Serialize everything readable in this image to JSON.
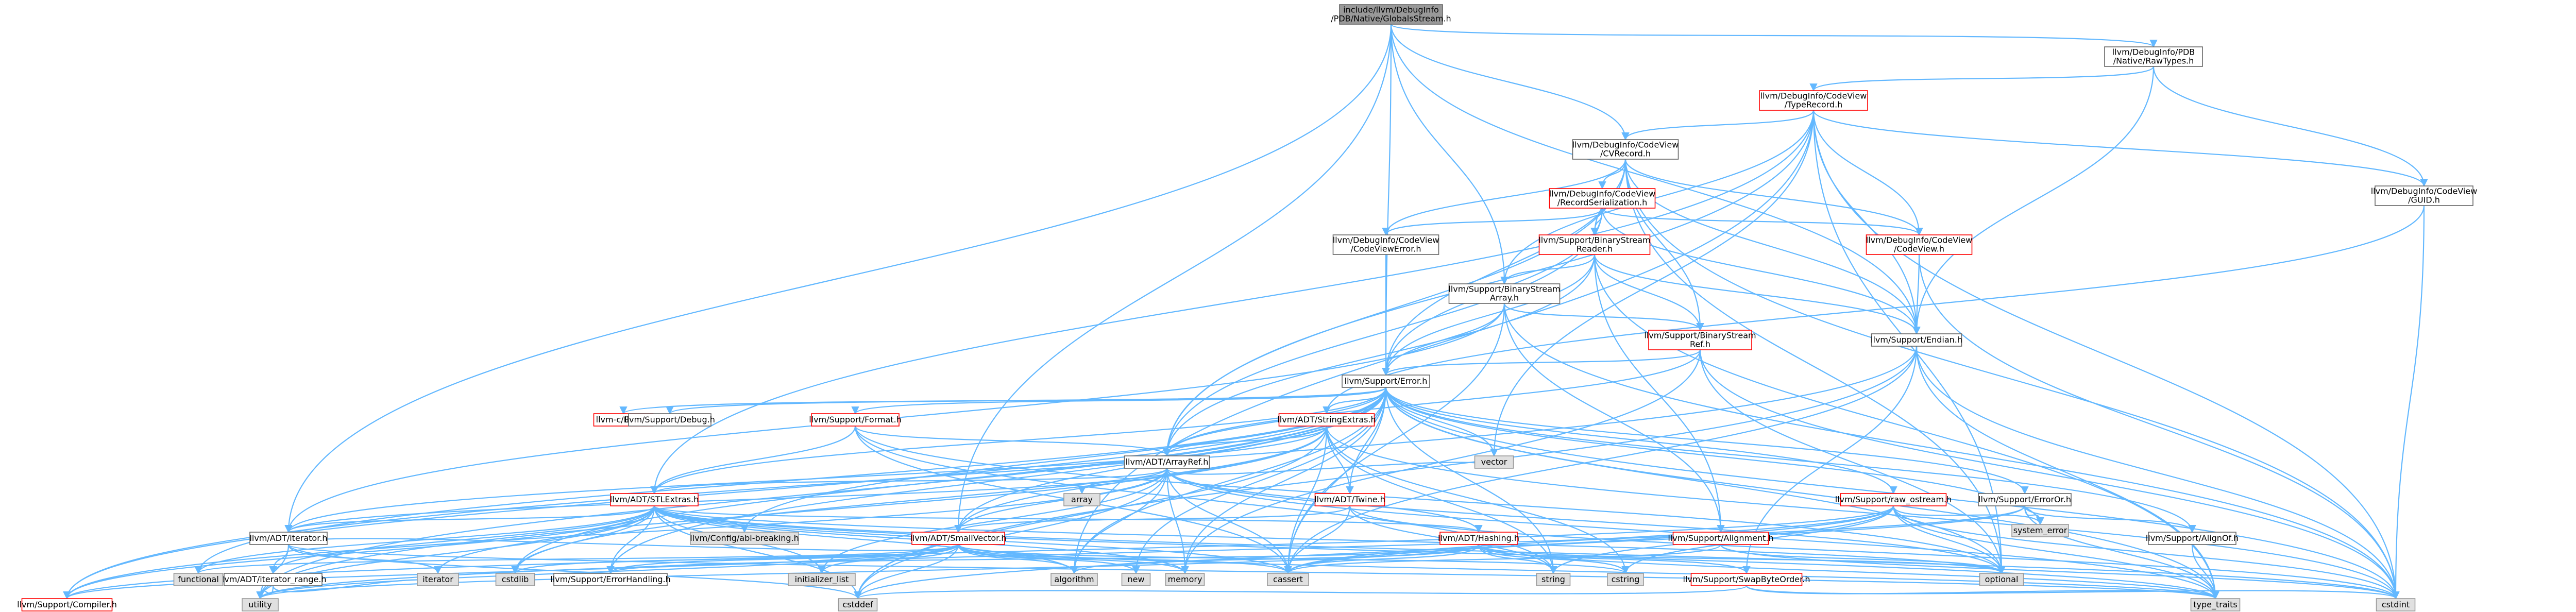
{
  "graph": {
    "title": "include/llvm/DebugInfo/PDB/Native/GlobalsStream.h",
    "colors": {
      "edge": "#63b8ff",
      "root_fill": "#999999",
      "node_border": "#666666",
      "truncated_border": "#ff0000",
      "std_fill": "#e0e0e0"
    },
    "nodes": {
      "root": {
        "label": [
          "include/llvm/DebugInfo",
          "/PDB/Native/GlobalsStream.h"
        ],
        "kind": "root"
      },
      "pdbrawtypes": {
        "label": [
          "llvm/DebugInfo/PDB",
          "/Native/RawTypes.h"
        ],
        "kind": "norm"
      },
      "typerecord": {
        "label": [
          "llvm/DebugInfo/CodeView",
          "/TypeRecord.h"
        ],
        "kind": "red"
      },
      "cvrecord": {
        "label": [
          "llvm/DebugInfo/CodeView",
          "/CVRecord.h"
        ],
        "kind": "norm"
      },
      "guid": {
        "label": [
          "llvm/DebugInfo/CodeView",
          "/GUID.h"
        ],
        "kind": "norm"
      },
      "recser": {
        "label": [
          "llvm/DebugInfo/CodeView",
          "/RecordSerialization.h"
        ],
        "kind": "red"
      },
      "cvinfo": {
        "label": [
          "llvm/DebugInfo/CodeView",
          "/CodeView.h"
        ],
        "kind": "red"
      },
      "cverror": {
        "label": [
          "llvm/DebugInfo/CodeView",
          "/CodeViewError.h"
        ],
        "kind": "norm"
      },
      "bsreader": {
        "label": [
          "llvm/Support/BinaryStream",
          "Reader.h"
        ],
        "kind": "red"
      },
      "bsarray": {
        "label": [
          "llvm/Support/BinaryStream",
          "Array.h"
        ],
        "kind": "norm"
      },
      "bsref": {
        "label": [
          "llvm/Support/BinaryStream",
          "Ref.h"
        ],
        "kind": "red"
      },
      "endian": {
        "label": [
          "llvm/Support/Endian.h"
        ],
        "kind": "norm"
      },
      "error": {
        "label": [
          "llvm/Support/Error.h"
        ],
        "kind": "norm"
      },
      "cerror": {
        "label": [
          "llvm-c/Error.h"
        ],
        "kind": "red"
      },
      "debug": {
        "label": [
          "llvm/Support/Debug.h"
        ],
        "kind": "norm"
      },
      "format": {
        "label": [
          "llvm/Support/Format.h"
        ],
        "kind": "red"
      },
      "stringextras": {
        "label": [
          "llvm/ADT/StringExtras.h"
        ],
        "kind": "red"
      },
      "arrayref": {
        "label": [
          "llvm/ADT/ArrayRef.h"
        ],
        "kind": "norm"
      },
      "array": {
        "label": [
          "array"
        ],
        "kind": "std"
      },
      "vector": {
        "label": [
          "vector"
        ],
        "kind": "std"
      },
      "stlextras": {
        "label": [
          "llvm/ADT/STLExtras.h"
        ],
        "kind": "red"
      },
      "twine": {
        "label": [
          "llvm/ADT/Twine.h"
        ],
        "kind": "red"
      },
      "rawostream": {
        "label": [
          "llvm/Support/raw_ostream.h"
        ],
        "kind": "red"
      },
      "erroror": {
        "label": [
          "llvm/Support/ErrorOr.h"
        ],
        "kind": "norm"
      },
      "systemerror": {
        "label": [
          "system_error"
        ],
        "kind": "std"
      },
      "alignof": {
        "label": [
          "llvm/Support/AlignOf.h"
        ],
        "kind": "norm"
      },
      "iterator": {
        "label": [
          "llvm/ADT/iterator.h"
        ],
        "kind": "norm"
      },
      "iterrange": {
        "label": [
          "llvm/ADT/iterator_range.h"
        ],
        "kind": "norm"
      },
      "functional": {
        "label": [
          "functional"
        ],
        "kind": "std"
      },
      "compiler": {
        "label": [
          "llvm/Support/Compiler.h"
        ],
        "kind": "red"
      },
      "smallvector": {
        "label": [
          "llvm/ADT/SmallVector.h"
        ],
        "kind": "red"
      },
      "hashing": {
        "label": [
          "llvm/ADT/Hashing.h"
        ],
        "kind": "red"
      },
      "alignment": {
        "label": [
          "llvm/Support/Alignment.h"
        ],
        "kind": "red"
      },
      "swapbyteorder": {
        "label": [
          "llvm/Support/SwapByteOrder.h"
        ],
        "kind": "red"
      },
      "configbreak": {
        "label": [
          "llvm/Config/abi-breaking.h"
        ],
        "kind": "std"
      },
      "itstd": {
        "label": [
          "iterator"
        ],
        "kind": "std"
      },
      "cstdlib": {
        "label": [
          "cstdlib"
        ],
        "kind": "std"
      },
      "errhandling": {
        "label": [
          "llvm/Support/ErrorHandling.h"
        ],
        "kind": "norm"
      },
      "initlist": {
        "label": [
          "initializer_list"
        ],
        "kind": "std"
      },
      "algorithm": {
        "label": [
          "algorithm"
        ],
        "kind": "std"
      },
      "new": {
        "label": [
          "new"
        ],
        "kind": "std"
      },
      "memory": {
        "label": [
          "memory"
        ],
        "kind": "std"
      },
      "cassert": {
        "label": [
          "cassert"
        ],
        "kind": "std"
      },
      "string": {
        "label": [
          "string"
        ],
        "kind": "std"
      },
      "cstring": {
        "label": [
          "cstring"
        ],
        "kind": "std"
      },
      "optional": {
        "label": [
          "optional"
        ],
        "kind": "std"
      },
      "utility": {
        "label": [
          "utility"
        ],
        "kind": "std"
      },
      "cstddef": {
        "label": [
          "cstddef"
        ],
        "kind": "std"
      },
      "typetraits": {
        "label": [
          "type_traits"
        ],
        "kind": "std"
      },
      "cstdint": {
        "label": [
          "cstdint"
        ],
        "kind": "std"
      }
    },
    "edges": [
      [
        "root",
        "pdbrawtypes"
      ],
      [
        "root",
        "cvrecord"
      ],
      [
        "root",
        "bsarray"
      ],
      [
        "root",
        "error"
      ],
      [
        "root",
        "endian"
      ],
      [
        "root",
        "iterator"
      ],
      [
        "root",
        "smallvector"
      ],
      [
        "pdbrawtypes",
        "typerecord"
      ],
      [
        "pdbrawtypes",
        "guid"
      ],
      [
        "pdbrawtypes",
        "endian"
      ],
      [
        "typerecord",
        "cvrecord"
      ],
      [
        "typerecord",
        "cvinfo"
      ],
      [
        "typerecord",
        "guid"
      ],
      [
        "typerecord",
        "arrayref"
      ],
      [
        "typerecord",
        "endian"
      ],
      [
        "typerecord",
        "bsarray"
      ],
      [
        "typerecord",
        "vector"
      ],
      [
        "typerecord",
        "optional"
      ],
      [
        "typerecord",
        "cstdint"
      ],
      [
        "typerecord",
        "algorithm"
      ],
      [
        "typerecord",
        "stlextras"
      ],
      [
        "cvrecord",
        "recser"
      ],
      [
        "cvrecord",
        "cverror"
      ],
      [
        "cvrecord",
        "bsreader"
      ],
      [
        "cvrecord",
        "bsref"
      ],
      [
        "cvrecord",
        "endian"
      ],
      [
        "cvrecord",
        "error"
      ],
      [
        "cvrecord",
        "arrayref"
      ],
      [
        "cvrecord",
        "optional"
      ],
      [
        "cvrecord",
        "cstdint"
      ],
      [
        "cvrecord",
        "cvinfo"
      ],
      [
        "guid",
        "cstdint"
      ],
      [
        "guid",
        "stringextras"
      ],
      [
        "recser",
        "cvinfo"
      ],
      [
        "recser",
        "bsreader"
      ],
      [
        "recser",
        "cverror"
      ],
      [
        "recser",
        "arrayref"
      ],
      [
        "recser",
        "error"
      ],
      [
        "recser",
        "endian"
      ],
      [
        "cvinfo",
        "endian"
      ],
      [
        "cvinfo",
        "cstdint"
      ],
      [
        "cverror",
        "error"
      ],
      [
        "bsreader",
        "bsarray"
      ],
      [
        "bsreader",
        "bsref"
      ],
      [
        "bsreader",
        "endian"
      ],
      [
        "bsreader",
        "error"
      ],
      [
        "bsreader",
        "arrayref"
      ],
      [
        "bsreader",
        "alignment"
      ],
      [
        "bsreader",
        "typetraits"
      ],
      [
        "bsarray",
        "bsref"
      ],
      [
        "bsarray",
        "error"
      ],
      [
        "bsarray",
        "iterator"
      ],
      [
        "bsarray",
        "alignment"
      ],
      [
        "bsarray",
        "cassert"
      ],
      [
        "bsarray",
        "cstdint"
      ],
      [
        "bsref",
        "error"
      ],
      [
        "bsref",
        "arrayref"
      ],
      [
        "bsref",
        "optional"
      ],
      [
        "bsref",
        "cstdint"
      ],
      [
        "bsref",
        "memory"
      ],
      [
        "endian",
        "swapbyteorder"
      ],
      [
        "endian",
        "compiler"
      ],
      [
        "endian",
        "cassert"
      ],
      [
        "endian",
        "cstddef"
      ],
      [
        "endian",
        "cstdint"
      ],
      [
        "endian",
        "typetraits"
      ],
      [
        "error",
        "cerror"
      ],
      [
        "error",
        "debug"
      ],
      [
        "error",
        "format"
      ],
      [
        "error",
        "stringextras"
      ],
      [
        "error",
        "arrayref"
      ],
      [
        "error",
        "stlextras"
      ],
      [
        "error",
        "smallvector"
      ],
      [
        "error",
        "twine"
      ],
      [
        "error",
        "rawostream"
      ],
      [
        "error",
        "erroror"
      ],
      [
        "error",
        "alignof"
      ],
      [
        "error",
        "compiler"
      ],
      [
        "error",
        "errhandling"
      ],
      [
        "error",
        "configbreak"
      ],
      [
        "error",
        "algorithm"
      ],
      [
        "error",
        "cassert"
      ],
      [
        "error",
        "cstdint"
      ],
      [
        "error",
        "cstdlib"
      ],
      [
        "error",
        "functional"
      ],
      [
        "error",
        "memory"
      ],
      [
        "error",
        "new"
      ],
      [
        "error",
        "optional"
      ],
      [
        "error",
        "string"
      ],
      [
        "error",
        "system_error"
      ],
      [
        "error",
        "typetraits"
      ],
      [
        "error",
        "utility"
      ],
      [
        "error",
        "vector"
      ],
      [
        "format",
        "arrayref"
      ],
      [
        "format",
        "stlextras"
      ],
      [
        "format",
        "cassert"
      ],
      [
        "format",
        "cstdio"
      ],
      [
        "format",
        "optional"
      ],
      [
        "format",
        "string"
      ],
      [
        "stringextras",
        "arrayref"
      ],
      [
        "stringextras",
        "smallvector"
      ],
      [
        "stringextras",
        "twine"
      ],
      [
        "stringextras",
        "iterator"
      ],
      [
        "stringextras",
        "cassert"
      ],
      [
        "stringextras",
        "cstddef"
      ],
      [
        "stringextras",
        "cstdint"
      ],
      [
        "stringextras",
        "cstdlib"
      ],
      [
        "stringextras",
        "cstring"
      ],
      [
        "stringextras",
        "string"
      ],
      [
        "stringextras",
        "utility"
      ],
      [
        "arrayref",
        "hashing"
      ],
      [
        "arrayref",
        "smallvector"
      ],
      [
        "arrayref",
        "stlextras"
      ],
      [
        "arrayref",
        "compiler"
      ],
      [
        "arrayref",
        "algorithm"
      ],
      [
        "arrayref",
        "array"
      ],
      [
        "arrayref",
        "cassert"
      ],
      [
        "arrayref",
        "cstddef"
      ],
      [
        "arrayref",
        "initlist"
      ],
      [
        "arrayref",
        "iterator"
      ],
      [
        "arrayref",
        "memory"
      ],
      [
        "arrayref",
        "optional"
      ],
      [
        "arrayref",
        "typetraits"
      ],
      [
        "arrayref",
        "vector"
      ],
      [
        "stlextras",
        "iterrange"
      ],
      [
        "stlextras",
        "iterator"
      ],
      [
        "stlextras",
        "configbreak"
      ],
      [
        "stlextras",
        "errhandling"
      ],
      [
        "stlextras",
        "compiler"
      ],
      [
        "stlextras",
        "functional"
      ],
      [
        "stlextras",
        "itstd"
      ],
      [
        "stlextras",
        "cstdlib"
      ],
      [
        "stlextras",
        "initlist"
      ],
      [
        "stlextras",
        "algorithm"
      ],
      [
        "stlextras",
        "cassert"
      ],
      [
        "stlextras",
        "cstddef"
      ],
      [
        "stlextras",
        "cstdint"
      ],
      [
        "stlextras",
        "memory"
      ],
      [
        "stlextras",
        "optional"
      ],
      [
        "stlextras",
        "typetraits"
      ],
      [
        "stlextras",
        "utility"
      ],
      [
        "stlextras",
        "hashing"
      ],
      [
        "twine",
        "smallvector"
      ],
      [
        "twine",
        "cassert"
      ],
      [
        "twine",
        "cstdint"
      ],
      [
        "twine",
        "string"
      ],
      [
        "rawostream",
        "compiler"
      ],
      [
        "rawostream",
        "cassert"
      ],
      [
        "rawostream",
        "cstddef"
      ],
      [
        "rawostream",
        "cstdint"
      ],
      [
        "rawostream",
        "cstring"
      ],
      [
        "rawostream",
        "optional"
      ],
      [
        "rawostream",
        "string"
      ],
      [
        "rawostream",
        "system_error"
      ],
      [
        "rawostream",
        "typetraits"
      ],
      [
        "erroror",
        "alignof"
      ],
      [
        "erroror",
        "cassert"
      ],
      [
        "erroror",
        "system_error"
      ],
      [
        "erroror",
        "typetraits"
      ],
      [
        "erroror",
        "utility"
      ],
      [
        "alignof",
        "typetraits"
      ],
      [
        "iterator",
        "iterrange"
      ],
      [
        "iterator",
        "itstd"
      ],
      [
        "iterator",
        "cstddef"
      ],
      [
        "iterator",
        "typetraits"
      ],
      [
        "iterator",
        "utility"
      ],
      [
        "iterrange",
        "itstd"
      ],
      [
        "iterrange",
        "utility"
      ],
      [
        "smallvector",
        "compiler"
      ],
      [
        "smallvector",
        "algorithm"
      ],
      [
        "smallvector",
        "cassert"
      ],
      [
        "smallvector",
        "cstddef"
      ],
      [
        "smallvector",
        "cstdlib"
      ],
      [
        "smallvector",
        "cstring"
      ],
      [
        "smallvector",
        "functional"
      ],
      [
        "smallvector",
        "initlist"
      ],
      [
        "smallvector",
        "iterator"
      ],
      [
        "smallvector",
        "limits"
      ],
      [
        "smallvector",
        "memory"
      ],
      [
        "smallvector",
        "new"
      ],
      [
        "smallvector",
        "typetraits"
      ],
      [
        "smallvector",
        "utility"
      ],
      [
        "smallvector",
        "errhandling"
      ],
      [
        "hashing",
        "errhandling"
      ],
      [
        "hashing",
        "swapbyteorder"
      ],
      [
        "hashing",
        "algorithm"
      ],
      [
        "hashing",
        "cassert"
      ],
      [
        "hashing",
        "cstring"
      ],
      [
        "hashing",
        "optional"
      ],
      [
        "hashing",
        "string"
      ],
      [
        "hashing",
        "typetraits"
      ],
      [
        "hashing",
        "utility"
      ],
      [
        "alignment",
        "cassert"
      ],
      [
        "alignment",
        "optional"
      ],
      [
        "alignment",
        "cstdint"
      ],
      [
        "swapbyteorder",
        "cstddef"
      ],
      [
        "swapbyteorder",
        "cstdint"
      ],
      [
        "swapbyteorder",
        "typetraits"
      ]
    ]
  }
}
